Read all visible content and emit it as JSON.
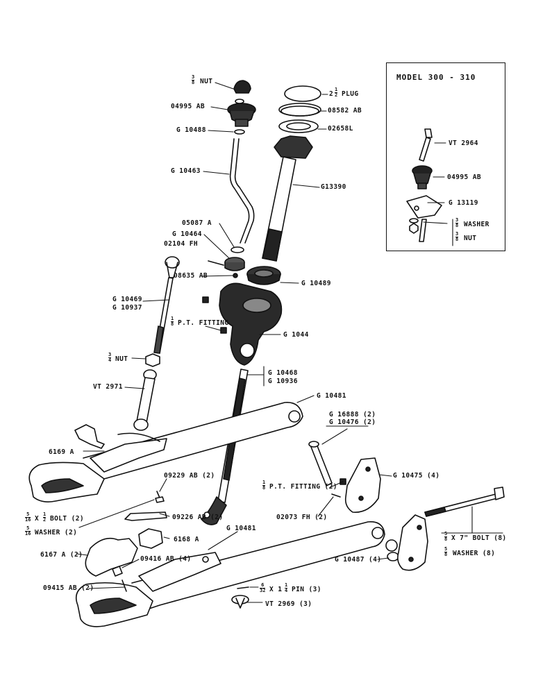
{
  "inset": {
    "title": "MODEL  300 - 310"
  },
  "labels": {
    "nut_top": "NUT",
    "nut_top_frac": [
      "3",
      "8"
    ],
    "p04995_top": "04995 AB",
    "g10488": "G 10488",
    "g10463": "G 10463",
    "plug": "PLUG",
    "plug_pre": "2",
    "plug_frac": [
      "1",
      "2"
    ],
    "p08582": "08582 AB",
    "p02658": "02658L",
    "g13390": "G13390",
    "p05087": "05087 A",
    "g10464": "G 10464",
    "p02104": "02104 FH",
    "p08635": "08635 AB",
    "g10489": "G 10489",
    "g10469": "G 10469",
    "g10937": "G 10937",
    "fitting_top": "P.T. FITTING",
    "fitting_top_frac": [
      "1",
      "8"
    ],
    "g1044": "G 1044",
    "nut_mid": "NUT",
    "nut_mid_frac": [
      "3",
      "4"
    ],
    "g10468": "G 10468",
    "g10936": "G 10936",
    "vt2971": "VT 2971",
    "g10481_top": "G 10481",
    "g16888": "G 16888 (2)",
    "g10476": "G 10476 (2)",
    "p6169": "6169  A",
    "fitting_mid": "P.T. FITTING (2)",
    "fitting_mid_frac": [
      "1",
      "8"
    ],
    "g10475": "G 10475 (4)",
    "p09229": "09229 AB (2)",
    "bolt_left": "X",
    "bolt_left_frac1": [
      "5",
      "16"
    ],
    "bolt_left_frac2": [
      "1",
      "2"
    ],
    "bolt_left_tail": "BOLT (2)",
    "washer_left": "WASHER (2)",
    "washer_left_frac": [
      "5",
      "16"
    ],
    "p02073": "02073 FH (2)",
    "p09226": "09226 AB (2)",
    "p6168": "6168 A",
    "g10481_bot": "G 10481",
    "bolt_right": "X 7\" BOLT (8)",
    "bolt_right_frac": [
      "5",
      "8"
    ],
    "washer_right": "WASHER (8)",
    "washer_right_frac": [
      "5",
      "8"
    ],
    "p6167": "6167 A (2)",
    "p09416": "09416 AB (4)",
    "g10487": "G 10487 (4)",
    "p09415": "09415 AB (2)",
    "pin": "X 1",
    "pin_frac1": [
      "6",
      "32"
    ],
    "pin_frac2": [
      "1",
      "4"
    ],
    "pin_tail": "PIN (3)",
    "vt2969": "VT 2969 (3)",
    "vt2964": "VT 2964",
    "p04995_inset": "04995 AB",
    "g13119": "G 13119",
    "inset_washer": "WASHER",
    "inset_washer_frac": [
      "3",
      "8"
    ],
    "inset_nut": "NUT",
    "inset_nut_frac": [
      "3",
      "8"
    ]
  }
}
